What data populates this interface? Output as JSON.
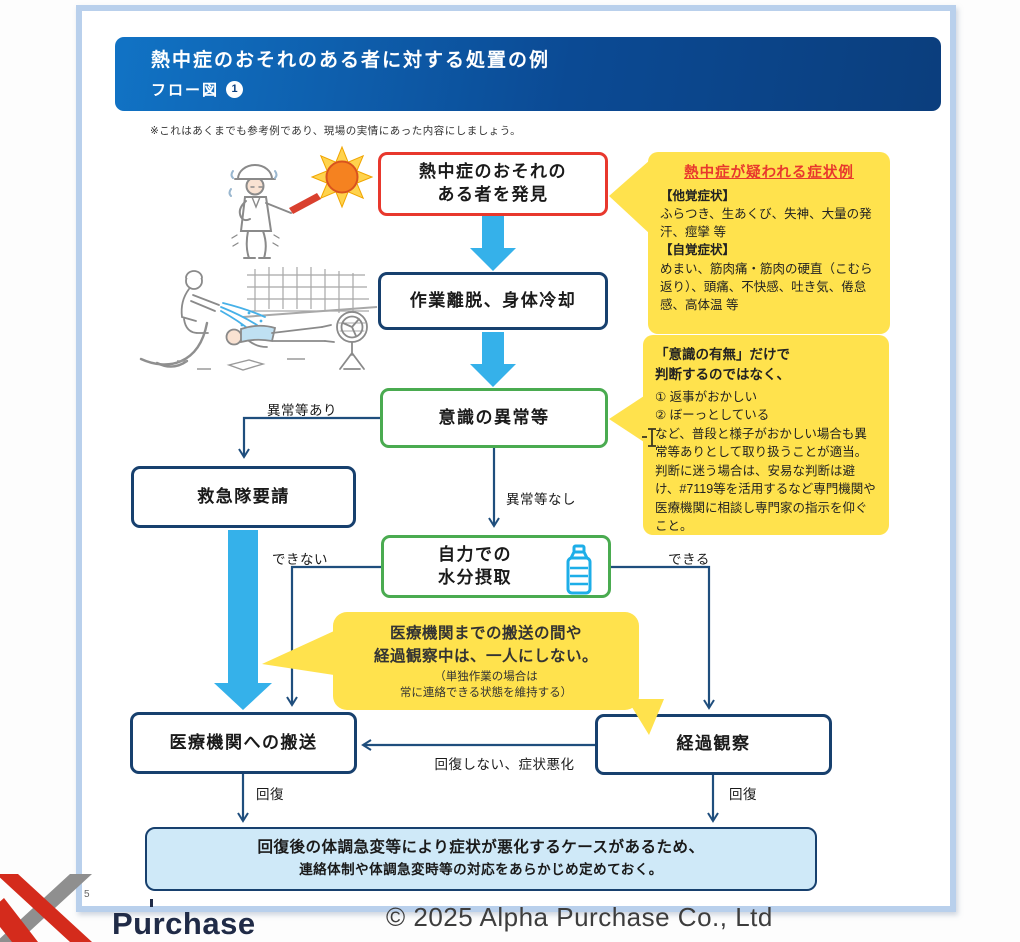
{
  "header": {
    "title": "熱中症のおそれのある者に対する処置の例",
    "subtitle": "フロー図",
    "badge": "1"
  },
  "note": "※これはあくまでも参考例であり、現場の実情にあった内容にしましょう。",
  "flow": {
    "find": "熱中症のおそれの\nある者を発見",
    "cool": "作業離脱、身体冷却",
    "conscious": "意識の異常等",
    "ambulance": "救急隊要請",
    "water": "自力での\n水分摂取",
    "transport": "医療機関への搬送",
    "observe": "経過観察",
    "recover_line1": "回復後の体調急変等により症状が悪化するケースがあるため、",
    "recover_line2": "連絡体制や体調急変時等の対応をあらかじめ定めておく。",
    "labels": {
      "abnormal_yes": "異常等あり",
      "abnormal_no": "異常等なし",
      "cannot": "できない",
      "can": "できる",
      "no_recovery": "回復しない、症状悪化",
      "recovery_left": "回復",
      "recovery_right": "回復"
    }
  },
  "advisory_symptoms": {
    "title": "熱中症が疑われる症状例",
    "objective_head": "【他覚症状】",
    "objective_body": "ふらつき、生あくび、失神、大量の発汗、痙攣 等",
    "subjective_head": "【自覚症状】",
    "subjective_body": "めまい、筋肉痛・筋肉の硬直（こむら返り）、頭痛、不快感、吐き気、倦怠感、高体温 等"
  },
  "advisory_consciousness": {
    "head": "「意識の有無」だけで\n判断するのではなく、",
    "body": "① 返事がおかしい\n② ぼーっとしている\nなど、普段と様子がおかしい場合も異常等ありとして取り扱うことが適当。\n判断に迷う場合は、安易な判断は避け、#7119等を活用するなど専門機関や医療機関に相談し専門家の指示を仰ぐこと。"
  },
  "callout_alone": {
    "line1": "医療機関までの搬送の間や",
    "line2": "経過観察中は、一人にしない。",
    "line3": "（単独作業の場合は",
    "line4": "常に連絡できる状態を維持する）"
  },
  "page": {
    "number": "5"
  },
  "footer": {
    "logo_text": "Purchase",
    "copyright": "© 2025 Alpha Purchase Co., Ltd"
  },
  "colors": {
    "header_gradient_left": "#1173c5",
    "header_gradient_right": "#0b3e7d",
    "alert_red": "#e8382d",
    "navy": "#17406e",
    "green": "#4aab50",
    "thick_arrow_blue": "#35b1ea",
    "advisory_yellow": "#ffe24d",
    "recover_box_fill": "#cfe9f8",
    "frame_blue": "#b9d0ec"
  }
}
